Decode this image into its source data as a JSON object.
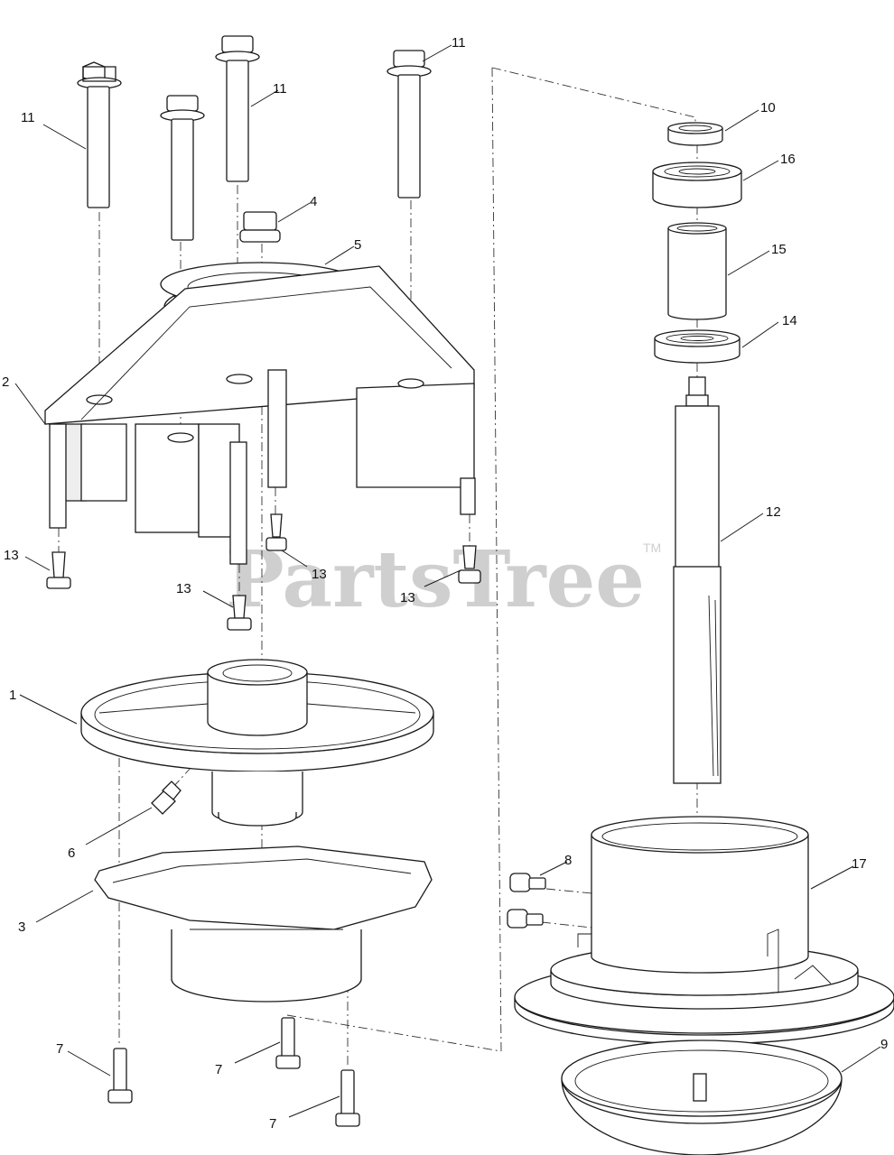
{
  "watermark": {
    "text": "PartsTree",
    "trademark": "TM"
  },
  "callouts": [
    {
      "id": "c11a",
      "label": "11"
    },
    {
      "id": "c11b",
      "label": "11"
    },
    {
      "id": "c11c",
      "label": "11"
    },
    {
      "id": "c4",
      "label": "4"
    },
    {
      "id": "c5",
      "label": "5"
    },
    {
      "id": "c2",
      "label": "2"
    },
    {
      "id": "c13a",
      "label": "13"
    },
    {
      "id": "c13b",
      "label": "13"
    },
    {
      "id": "c13c",
      "label": "13"
    },
    {
      "id": "c13d",
      "label": "13"
    },
    {
      "id": "c1",
      "label": "1"
    },
    {
      "id": "c6",
      "label": "6"
    },
    {
      "id": "c3",
      "label": "3"
    },
    {
      "id": "c7a",
      "label": "7"
    },
    {
      "id": "c7b",
      "label": "7"
    },
    {
      "id": "c7c",
      "label": "7"
    },
    {
      "id": "c10",
      "label": "10"
    },
    {
      "id": "c16",
      "label": "16"
    },
    {
      "id": "c15",
      "label": "15"
    },
    {
      "id": "c14",
      "label": "14"
    },
    {
      "id": "c12",
      "label": "12"
    },
    {
      "id": "c8",
      "label": "8"
    },
    {
      "id": "c17",
      "label": "17"
    },
    {
      "id": "c9",
      "label": "9"
    }
  ]
}
